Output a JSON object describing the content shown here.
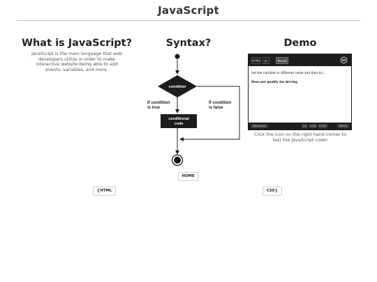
{
  "header": {
    "title": "JavaScript"
  },
  "what": {
    "heading": "What is JavaScript?",
    "lines": [
      "JavaScript is the main language that web",
      "developers utilize in order to make",
      "interactive website being able to add",
      "events, variables, and more."
    ]
  },
  "syntax": {
    "heading": "Syntax?",
    "condition": "condition",
    "if_true": [
      "If condition",
      "is true"
    ],
    "if_false": [
      "If condition",
      "is false"
    ],
    "code": [
      "conditional",
      "code"
    ]
  },
  "demo": {
    "heading": "Demo",
    "tabs": {
      "html": "HTML",
      "js": "JS",
      "result": "Result"
    },
    "line1": "Set the variable to different value and then try...",
    "line2": "Does not qualify for driving",
    "footer": {
      "resources": "Resources",
      "x1": "1×",
      "x05": "0.5×",
      "x025": "0.25×",
      "rerun": "Rerun"
    },
    "caption_lines": [
      "Click the icon on the right hand corner to",
      "test the JavaScript code!"
    ]
  },
  "nav": {
    "home": "HOME",
    "prev": "HTML",
    "next": "CSS"
  },
  "colors": {
    "text": "#222222",
    "muted": "#555555",
    "dark": "#1d1d1d",
    "rule": "#bdbdbd"
  },
  "icons": {
    "prev": "chevron-left-icon",
    "next": "chevron-right-icon",
    "logo": "jsfiddle-logo-icon"
  }
}
